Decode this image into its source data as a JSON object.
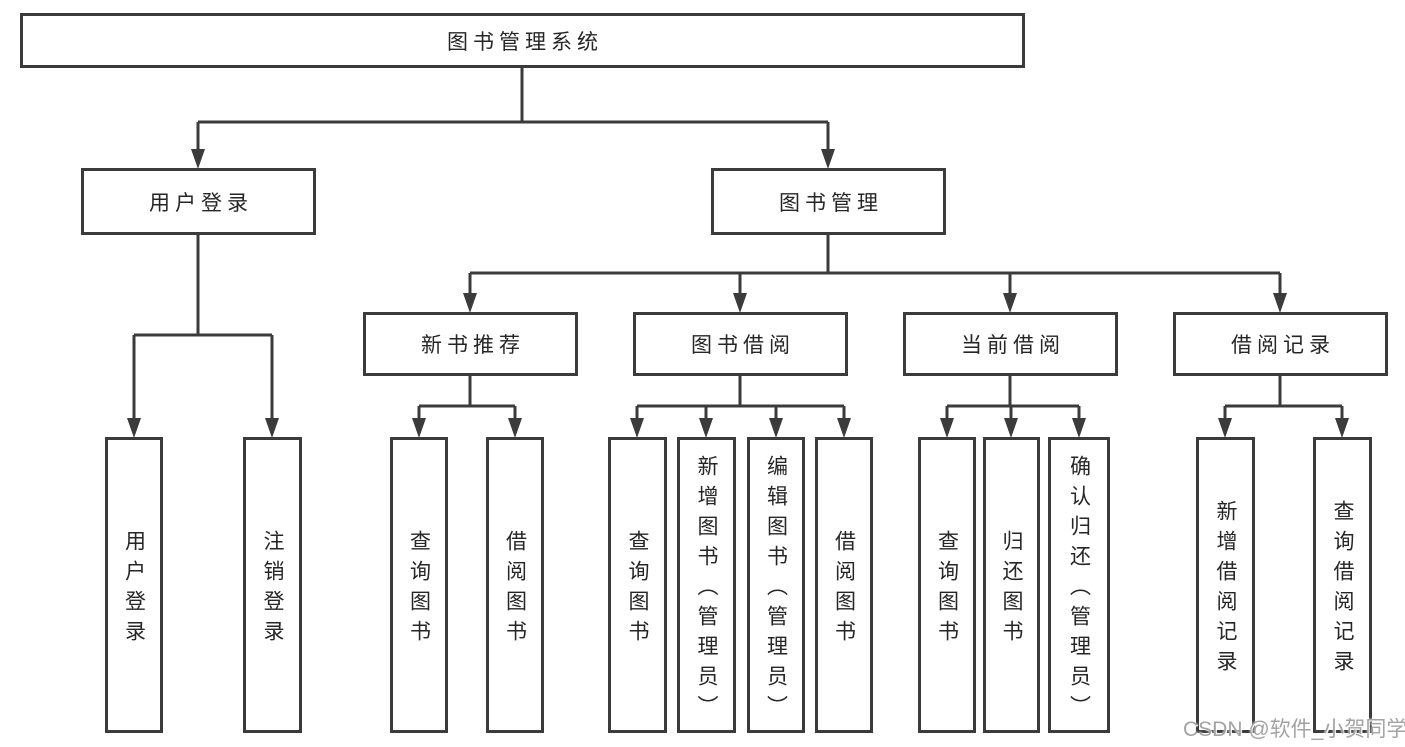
{
  "diagram": {
    "watermark": "CSDN @软件_小贺同学",
    "colors": {
      "line": "#3b3b3b",
      "box_border": "#3b3b3b",
      "text": "#262626",
      "background": "#ffffff",
      "watermark": "#a3a3a3"
    },
    "nodes": {
      "root": {
        "label": "图书管理系统"
      },
      "user_login": {
        "label": "用户登录"
      },
      "book_mgmt": {
        "label": "图书管理"
      },
      "new_book_rec": {
        "label": "新书推荐"
      },
      "book_borrow": {
        "label": "图书借阅"
      },
      "current_borrow": {
        "label": "当前借阅"
      },
      "borrow_records": {
        "label": "借阅记录"
      },
      "leaf_user_login": {
        "label": "用户登录"
      },
      "leaf_logout": {
        "label": "注销登录"
      },
      "leaf_query_book_1": {
        "label": "查询图书"
      },
      "leaf_borrow_book_1": {
        "label": "借阅图书"
      },
      "leaf_query_book_2": {
        "label": "查询图书"
      },
      "leaf_add_book": {
        "label": "新增图书（管理员）"
      },
      "leaf_edit_book": {
        "label": "编辑图书（管理员）"
      },
      "leaf_borrow_book_2": {
        "label": "借阅图书"
      },
      "leaf_query_book_3": {
        "label": "查询图书"
      },
      "leaf_return_book": {
        "label": "归还图书"
      },
      "leaf_confirm_return": {
        "label": "确认归还（管理员）"
      },
      "leaf_add_record": {
        "label": "新增借阅记录"
      },
      "leaf_query_record": {
        "label": "查询借阅记录"
      }
    }
  }
}
